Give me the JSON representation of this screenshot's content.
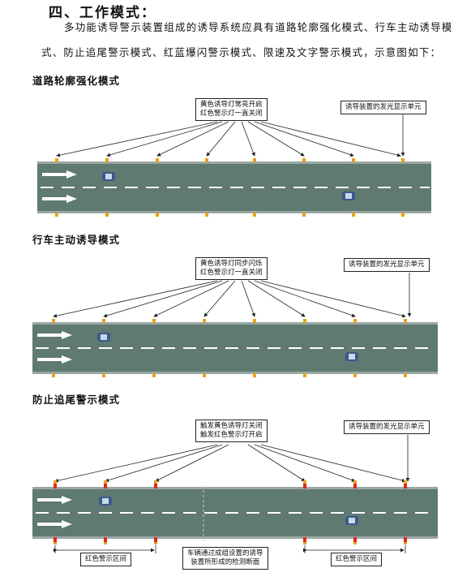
{
  "heading": "四、工作模式：",
  "intro_line1": "多功能诱导警示装置组成的诱导系统应具有道路轮廓强化模式、行车主动诱导模",
  "intro_line2": "式、防止追尾警示模式、红蓝爆闪警示模式、限速及文字警示模式，示意图如下：",
  "diagrams": [
    {
      "title": "道路轮廓强化模式",
      "note_line1": "黄色诱导灯常亮开启",
      "note_line2": "红色警示灯一直关闭",
      "side_note": "诱导装置的发光显示单元"
    },
    {
      "title": "行车主动诱导模式",
      "note_line1": "黄色诱导灯同步闪烁",
      "note_line2": "红色警示灯一直关闭",
      "side_note": "诱导装置的发光显示单元"
    },
    {
      "title": "防止追尾警示模式",
      "note_line1": "触发黄色诱导灯关闭",
      "note_line2": "触发红色警示灯开启",
      "side_note": "诱导装置的发光显示单元",
      "zone_left": "红色警示区间",
      "zone_right": "红色警示区间",
      "center_note_line1": "车辆通过成组设置的诱导",
      "center_note_line2": "装置所形成的检测断面"
    }
  ],
  "colors": {
    "road": "#5f7a70",
    "edge": "#9aa7a2",
    "yellow_light": "#e8a21a",
    "red_light": "#e0281c",
    "lane_mark": "#ffffff"
  }
}
